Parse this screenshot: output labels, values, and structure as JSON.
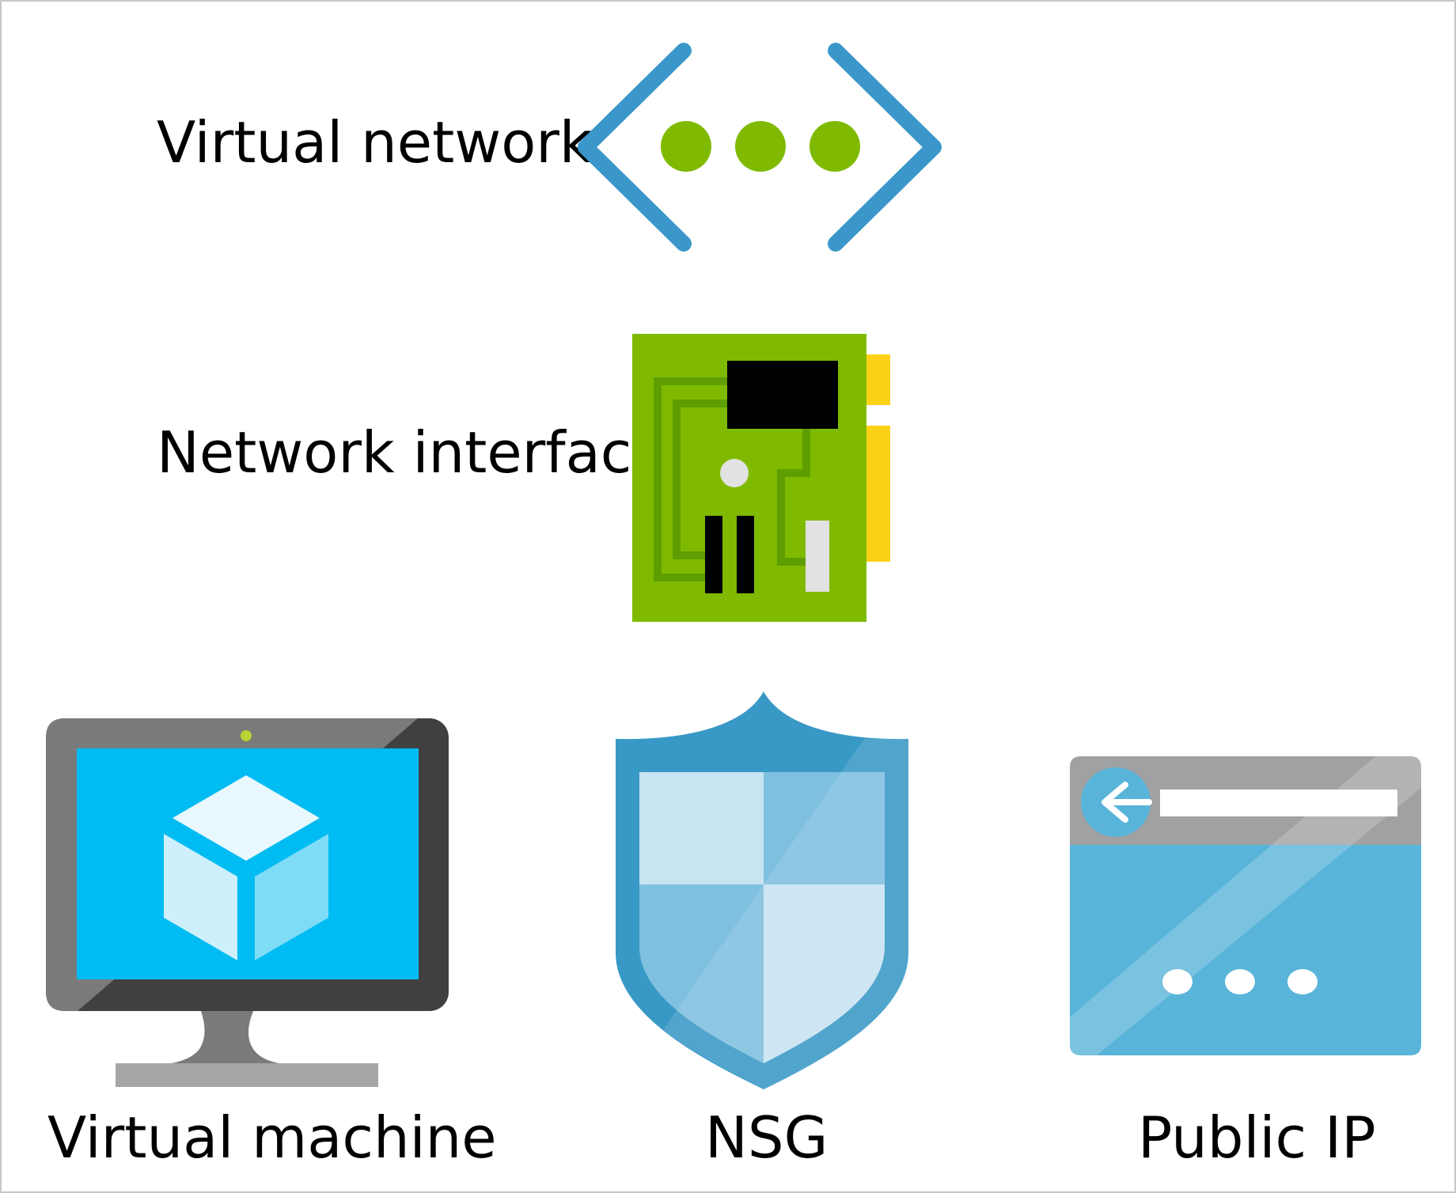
{
  "labels": {
    "virtual_network": "Virtual network",
    "network_interface": "Network interface",
    "virtual_machine": "Virtual machine",
    "nsg": "NSG",
    "public_ip": "Public IP"
  },
  "icons": {
    "virtual_network": "virtual-network-icon",
    "network_interface": "network-interface-icon",
    "virtual_machine": "virtual-machine-icon",
    "nsg": "nsg-shield-icon",
    "public_ip": "public-ip-icon"
  },
  "colors": {
    "azure_blue": "#3b97c9",
    "green": "#7fba00",
    "yellow": "#fcd116",
    "monitor_dark": "#404040",
    "monitor_light": "#7a7a7a",
    "screen_blue": "#00bcf2",
    "shield_blue": "#3999c6",
    "ip_blue": "#59b4d9",
    "ip_gray": "#a0a1a2"
  }
}
